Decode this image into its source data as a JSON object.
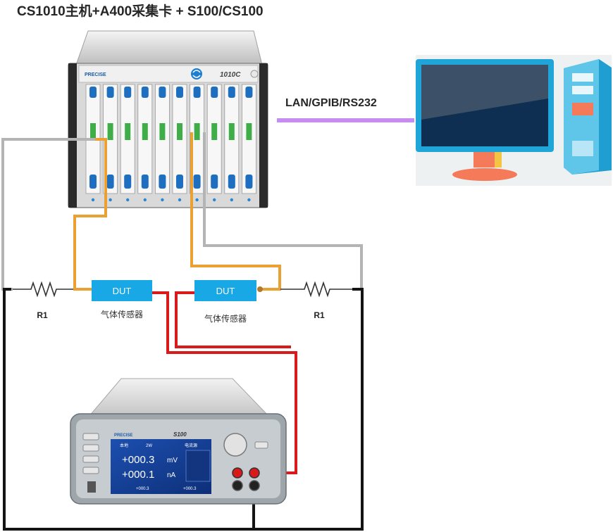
{
  "title": "CS1010主机+A400采集卡 + S100/CS100",
  "link_label": "LAN/GPIB/RS232",
  "chassis": {
    "brand": "PRECISE",
    "model": "1010C",
    "slot_count": 10
  },
  "left_branch": {
    "resistor_label": "R1",
    "dut_label": "DUT",
    "dut_caption": "气体传感器"
  },
  "right_branch": {
    "resistor_label": "R1",
    "dut_label": "DUT",
    "dut_caption": "气体传感器"
  },
  "smu": {
    "brand": "PRECISE",
    "model": "S100",
    "readout_voltage": "+000.3",
    "unit_voltage": "mV",
    "readout_current": "+000.1",
    "unit_current": "nA",
    "status_left": "本地",
    "status_mid": "2W",
    "status_right": "电流源",
    "footer_left": "+000.3",
    "footer_right": "+000.3"
  },
  "colors": {
    "wire_gray": "#b4b4b4",
    "wire_orange": "#eba033",
    "wire_red": "#d81a1a",
    "wire_black": "#141414",
    "link_purple": "#c68cf0",
    "dut_fill": "#18a8e6"
  }
}
